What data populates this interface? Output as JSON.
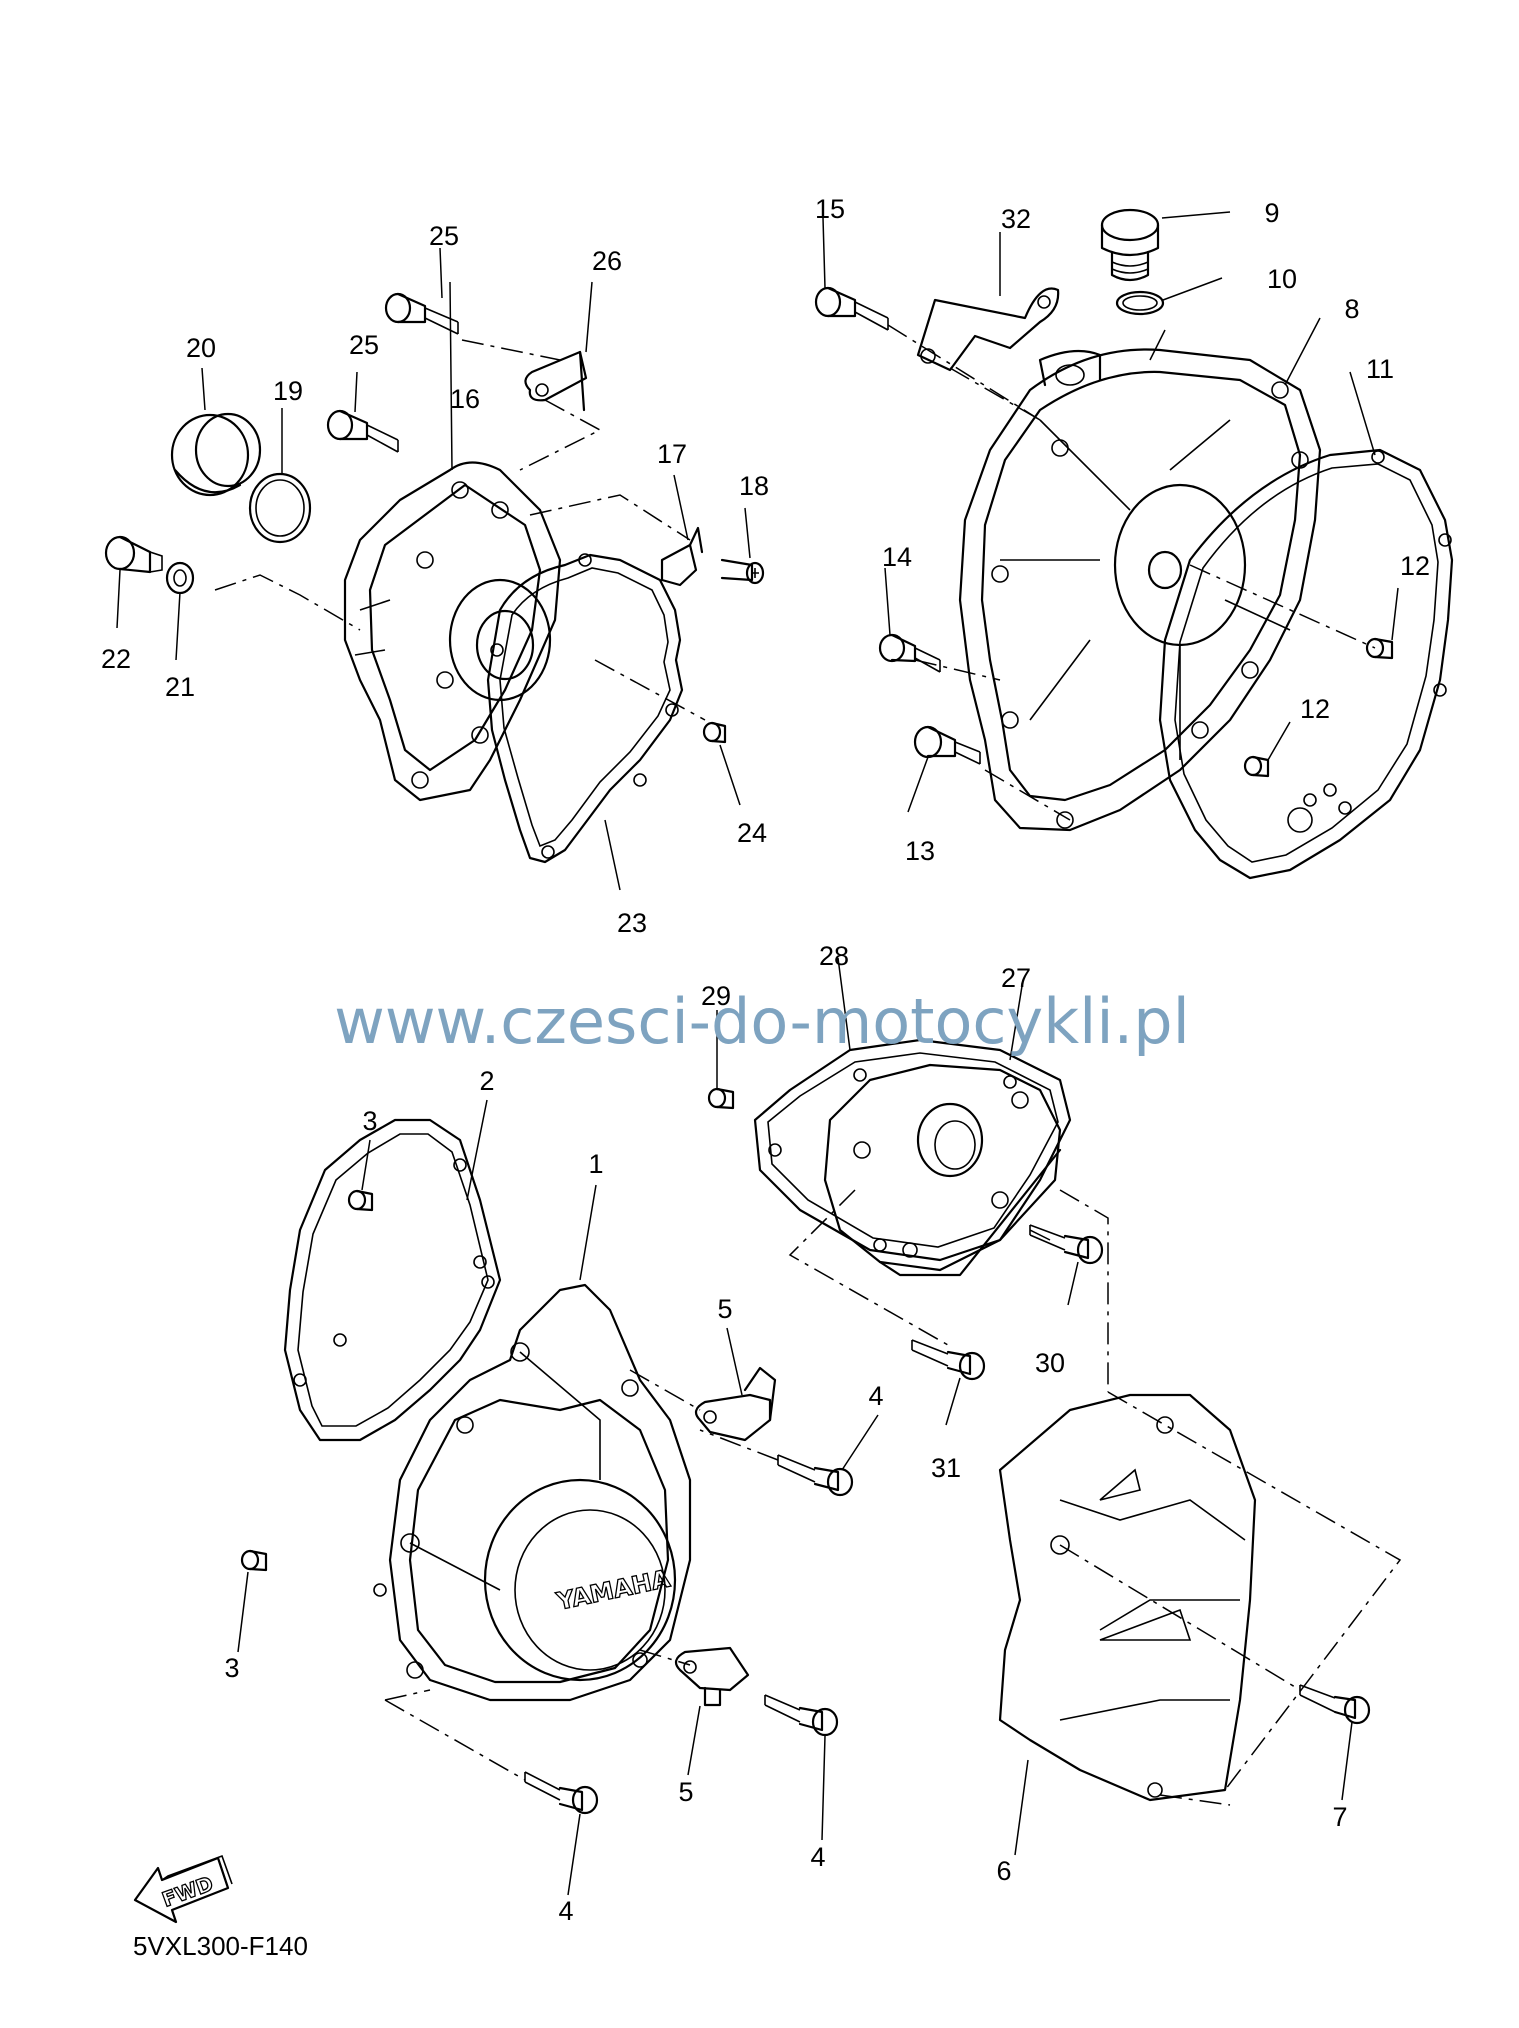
{
  "diagram": {
    "code": "5VXL300-F140",
    "watermark": "www.czesci-do-motocykli.pl",
    "brand_mark": "YAMAHA",
    "direction_label": "FWD",
    "callouts": [
      {
        "id": "c1",
        "label": "1"
      },
      {
        "id": "c2",
        "label": "2"
      },
      {
        "id": "c3a",
        "label": "3"
      },
      {
        "id": "c3b",
        "label": "3"
      },
      {
        "id": "c4a",
        "label": "4"
      },
      {
        "id": "c4b",
        "label": "4"
      },
      {
        "id": "c4c",
        "label": "4"
      },
      {
        "id": "c5a",
        "label": "5"
      },
      {
        "id": "c5b",
        "label": "5"
      },
      {
        "id": "c6",
        "label": "6"
      },
      {
        "id": "c7",
        "label": "7"
      },
      {
        "id": "c8",
        "label": "8"
      },
      {
        "id": "c9",
        "label": "9"
      },
      {
        "id": "c10",
        "label": "10"
      },
      {
        "id": "c11",
        "label": "11"
      },
      {
        "id": "c12a",
        "label": "12"
      },
      {
        "id": "c12b",
        "label": "12"
      },
      {
        "id": "c13",
        "label": "13"
      },
      {
        "id": "c14",
        "label": "14"
      },
      {
        "id": "c15",
        "label": "15"
      },
      {
        "id": "c16",
        "label": "16"
      },
      {
        "id": "c17",
        "label": "17"
      },
      {
        "id": "c18",
        "label": "18"
      },
      {
        "id": "c19",
        "label": "19"
      },
      {
        "id": "c20",
        "label": "20"
      },
      {
        "id": "c21",
        "label": "21"
      },
      {
        "id": "c22",
        "label": "22"
      },
      {
        "id": "c23",
        "label": "23"
      },
      {
        "id": "c24",
        "label": "24"
      },
      {
        "id": "c25a",
        "label": "25"
      },
      {
        "id": "c25b",
        "label": "25"
      },
      {
        "id": "c26",
        "label": "26"
      },
      {
        "id": "c27",
        "label": "27"
      },
      {
        "id": "c28",
        "label": "28"
      },
      {
        "id": "c29",
        "label": "29"
      },
      {
        "id": "c30",
        "label": "30"
      },
      {
        "id": "c31",
        "label": "31"
      },
      {
        "id": "c32",
        "label": "32"
      }
    ]
  }
}
